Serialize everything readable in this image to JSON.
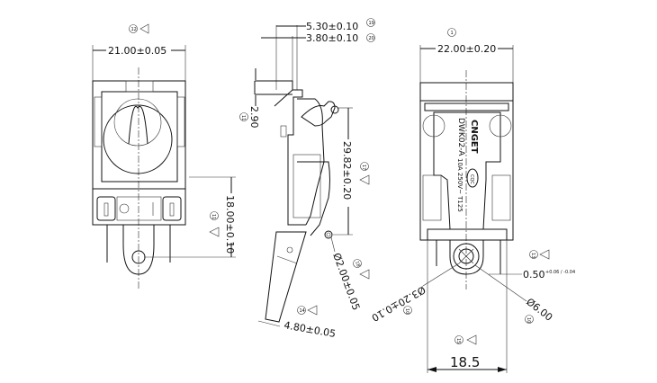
{
  "drawing": {
    "front_view": {
      "width_dim": "21.00±0.05",
      "width_balloon": "12",
      "height_dim": "18.00±0.10",
      "height_balloon": "11"
    },
    "side_view": {
      "dim_a": "5.30±0.10",
      "dim_a_balloon": "19",
      "dim_b": "3.80±0.10",
      "dim_b_balloon": "20",
      "dim_c": "2.90",
      "dim_c_balloon": "11",
      "dim_d": "29.82±0.20",
      "dim_d_balloon": "17",
      "hole_dim": "Ø2.00±0.05",
      "hole_balloon": "18",
      "tab_dim": "4.80±0.05",
      "tab_balloon": "14"
    },
    "rear_view": {
      "width_dim": "22.00±0.20",
      "width_balloon": "1",
      "marking_brand": "CNGET",
      "marking_model": "DWK02-A",
      "marking_rating": "10A 250V~ T125",
      "marking_symbol": "CQC",
      "pin_dim": "0.50",
      "pin_tol": "+0.06 / -0.04",
      "pin_balloon": "13",
      "hole_dim": "Ø3.20±0.10",
      "hole_balloon": "10",
      "outer_dim": "Ø6.00",
      "outer_balloon": "10",
      "span_dim": "18.5",
      "span_balloon": "15"
    }
  }
}
